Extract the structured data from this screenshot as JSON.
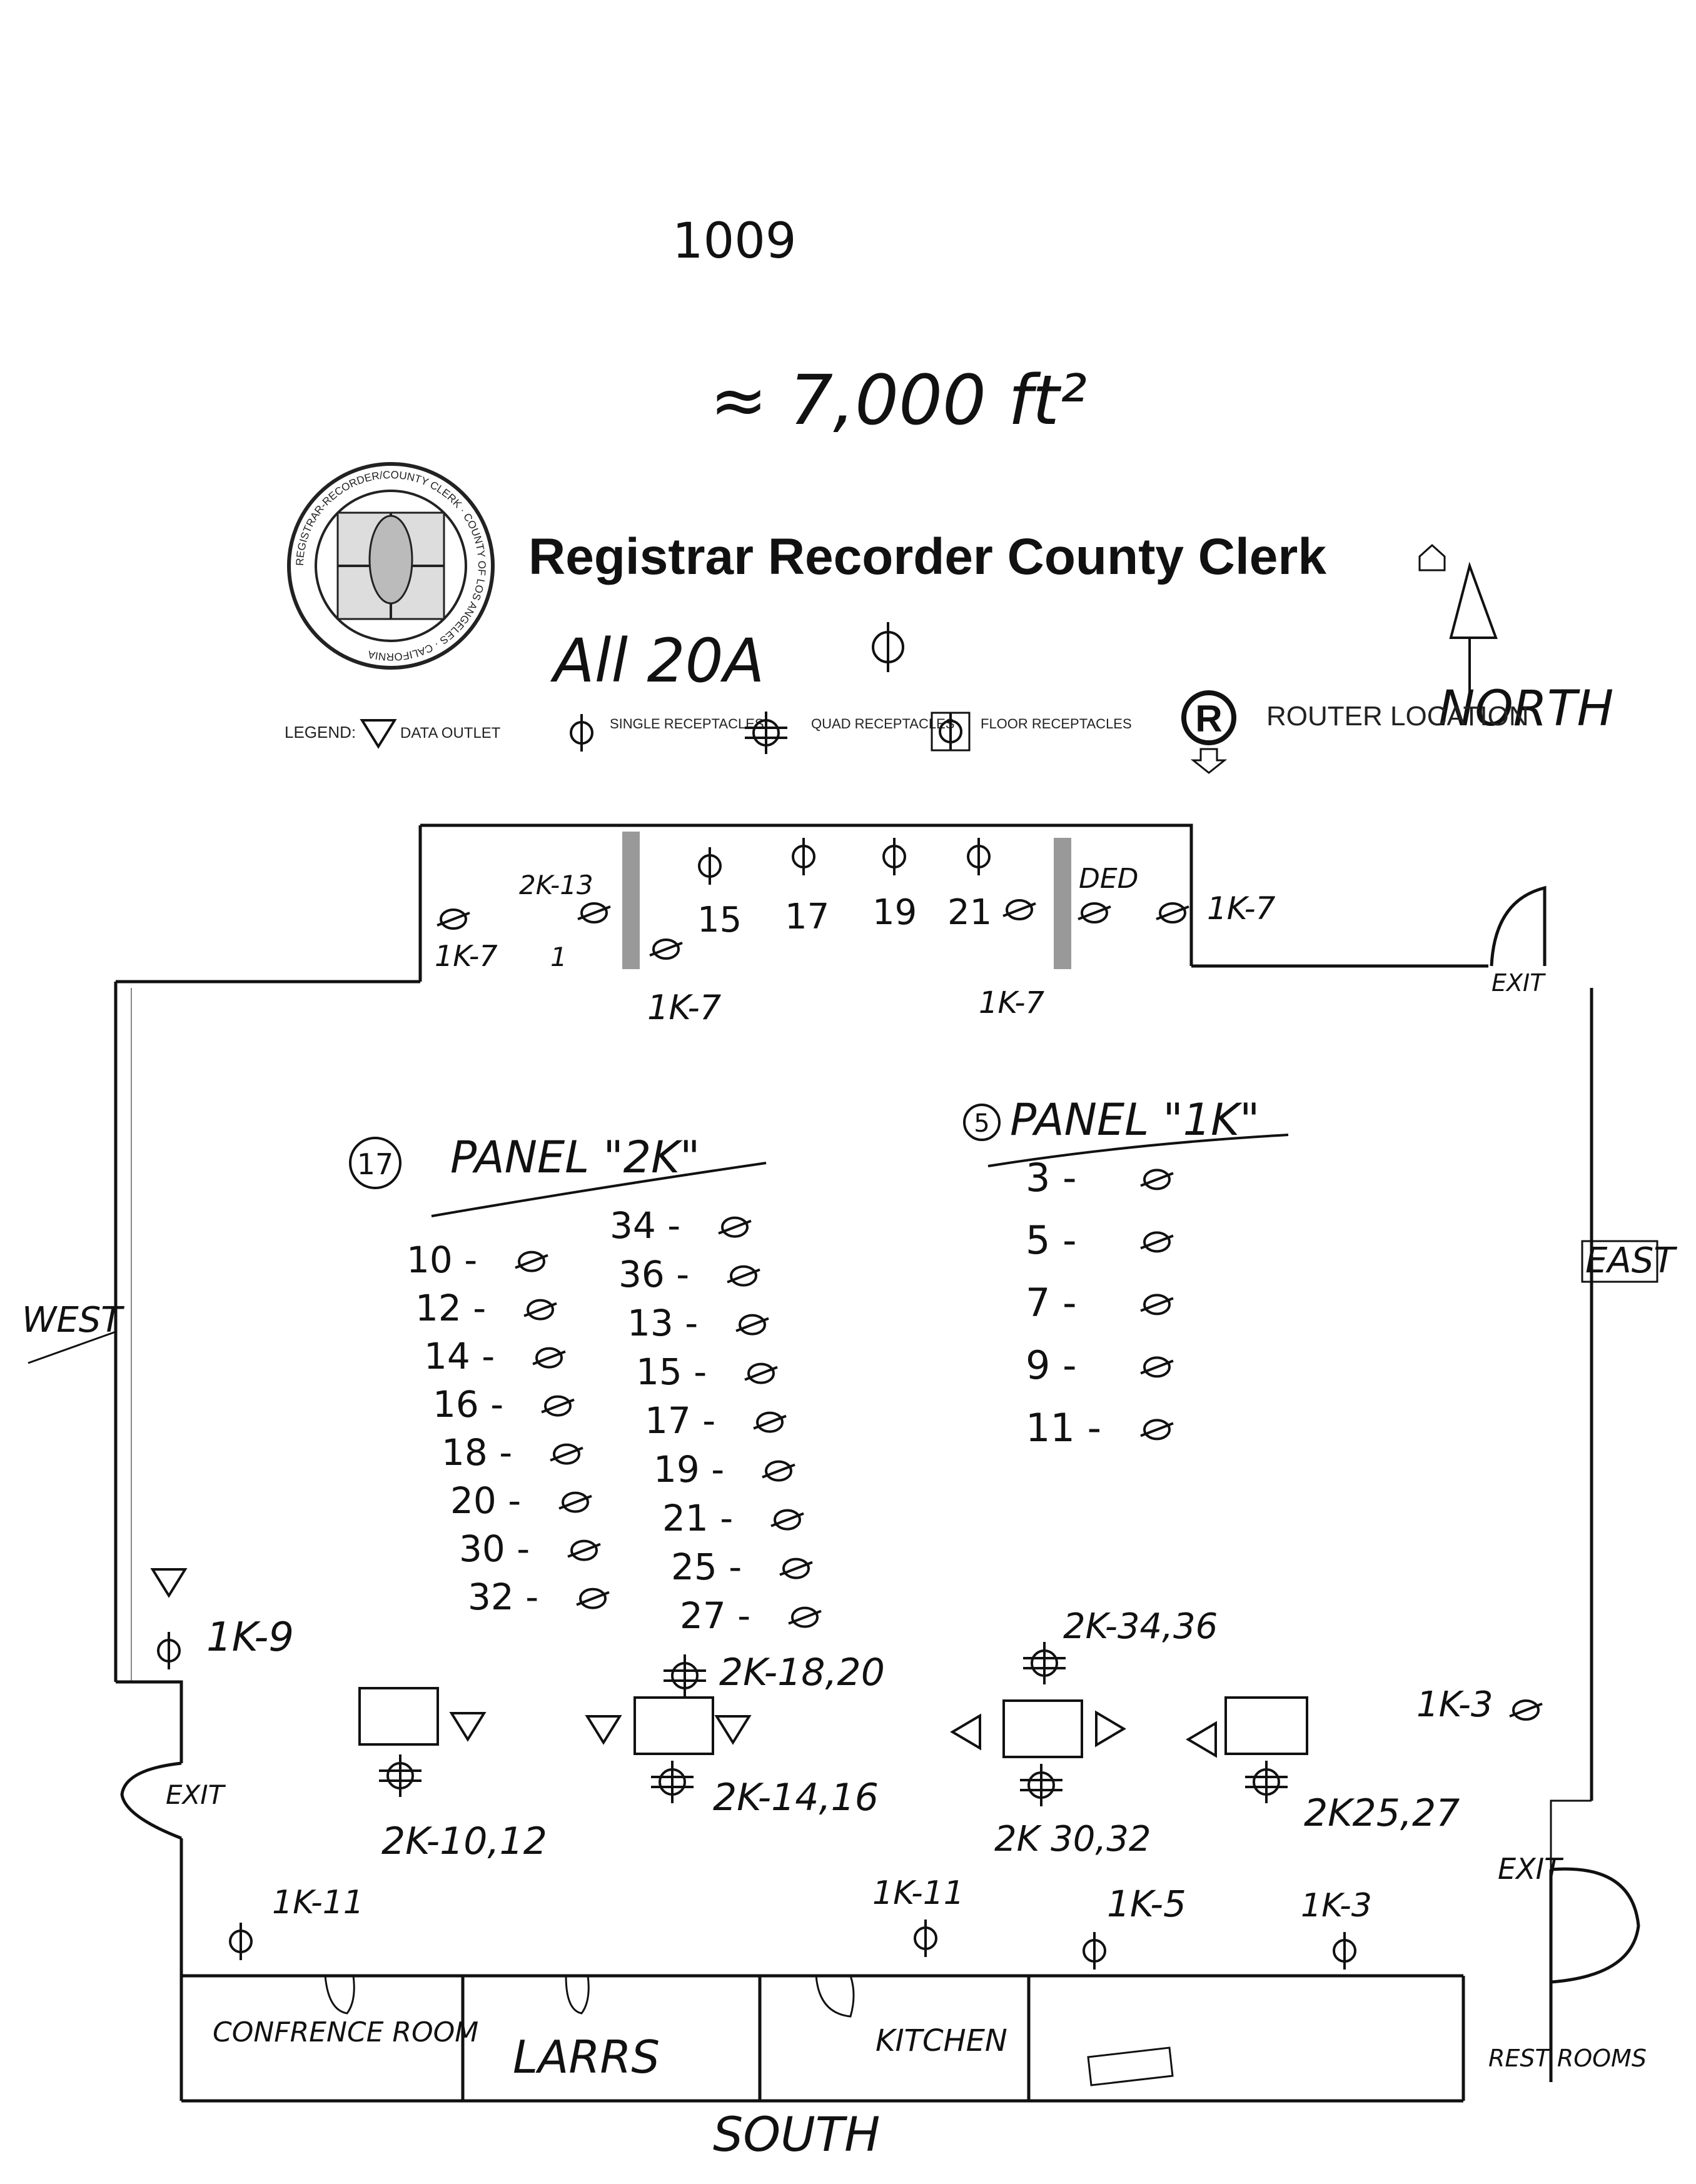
{
  "header": {
    "building_number": "1009",
    "area": "≈ 7,000 ft²",
    "title": "Registrar Recorder County Clerk",
    "subtitle": "All 20A",
    "north_label": "NORTH"
  },
  "seal": {
    "ring_text": "REGISTRAR-RECORDER/COUNTY CLERK · COUNTY OF LOS ANGELES · CALIFORNIA"
  },
  "legend": {
    "label": "LEGEND:",
    "items": [
      {
        "icon": "data-outlet-icon",
        "text": "DATA OUTLET"
      },
      {
        "icon": "single-receptacle-icon",
        "text": "SINGLE RECEPTACLES"
      },
      {
        "icon": "quad-receptacle-icon",
        "text": "QUAD RECEPTACLES"
      },
      {
        "icon": "floor-receptacle-icon",
        "text": "FLOOR RECEPTACLES"
      },
      {
        "icon": "router-icon",
        "text": "ROUTER LOCATION",
        "symbol": "R"
      }
    ]
  },
  "directions": {
    "west": "WEST",
    "east": "EAST",
    "south": "SOUTH"
  },
  "exits": [
    "EXIT",
    "EXIT",
    "EXIT"
  ],
  "rooms": [
    "CONFRENCE ROOM",
    "LARRS",
    "KITCHEN",
    "REST ROOMS"
  ],
  "north_alcove": {
    "numbers": [
      "15",
      "17",
      "19",
      "21"
    ],
    "labels": {
      "a": "2K-13",
      "b": "1K-7",
      "c": "1",
      "d": "1K-7",
      "e": "1K-7",
      "f": "DED",
      "g": "1K-7"
    }
  },
  "panel_2k": {
    "count": "17",
    "title": "PANEL \"2K\"",
    "left_column": [
      "10",
      "12",
      "14",
      "16",
      "18",
      "20",
      "30",
      "32"
    ],
    "right_column": [
      "34",
      "36",
      "13",
      "15",
      "17",
      "19",
      "21",
      "25",
      "27"
    ]
  },
  "panel_1k": {
    "count": "5",
    "title": "PANEL \"1K\"",
    "column": [
      "3",
      "5",
      "7",
      "9",
      "11"
    ]
  },
  "circuit_labels": {
    "west_wall": "1K-9",
    "desk1": "2K-10,12",
    "desk2_top": "2K-18,20",
    "desk2_bottom": "2K-14,16",
    "desk3_top": "2K-34,36",
    "desk3_bottom": "2K 30,32",
    "desk4": "2K25,27",
    "east_wall": "1K-3",
    "south_1": "1K-11",
    "south_2": "1K-11",
    "south_3": "1K-5",
    "south_4": "1K-3"
  }
}
